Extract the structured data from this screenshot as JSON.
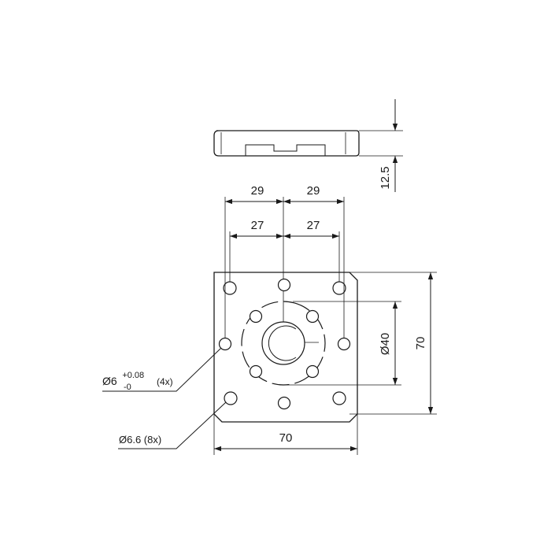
{
  "drawing": {
    "height_dimension": "12.5",
    "top_outer_spacing_left": "29",
    "top_outer_spacing_right": "29",
    "top_inner_spacing_left": "27",
    "top_inner_spacing_right": "27",
    "bolt_circle_diameter": "Ø40",
    "overall_height": "70",
    "overall_width": "70",
    "hole_callout_tolerance": {
      "prefix": "Ø6",
      "upper": "+0.08",
      "lower": "-0",
      "qty": "(4x)"
    },
    "hole_callout_clearance": "Ø6.6 (8x)"
  }
}
